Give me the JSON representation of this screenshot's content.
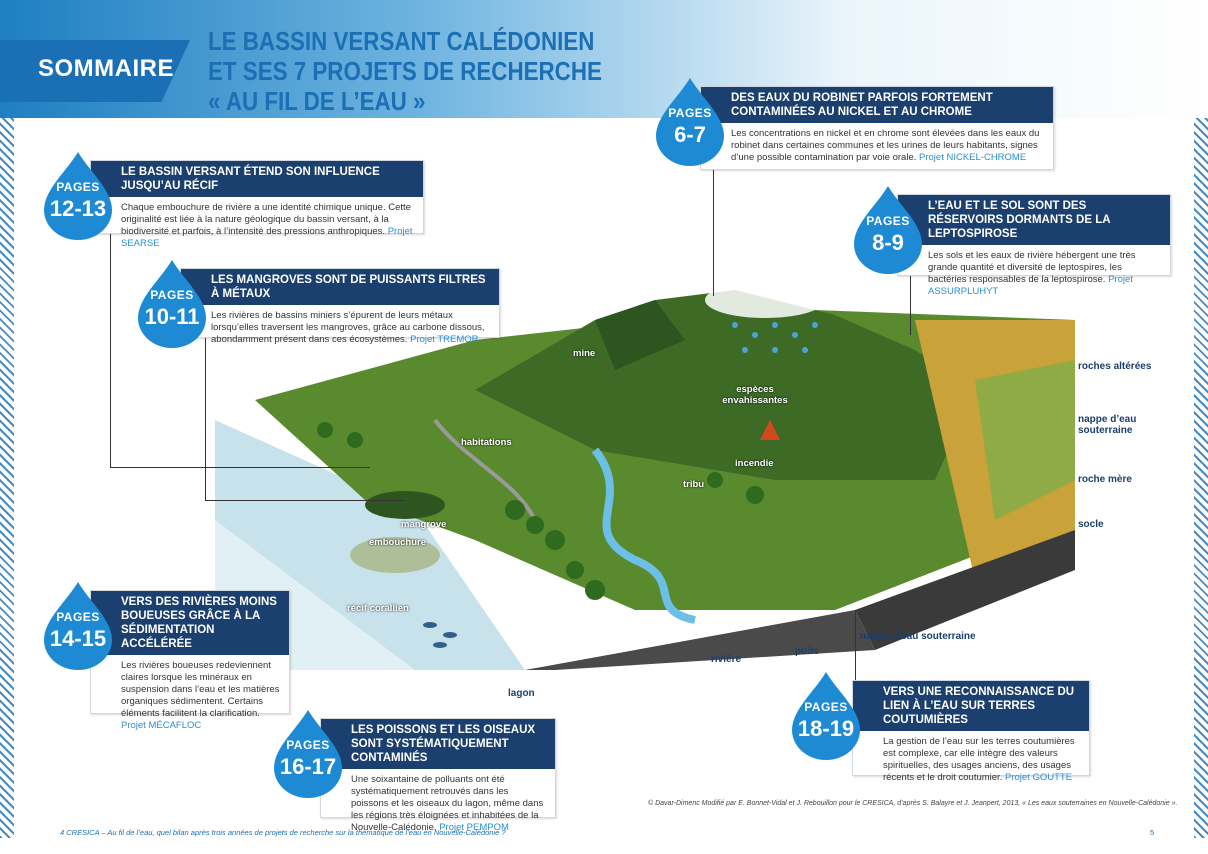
{
  "header": {
    "section": "SOMMAIRE",
    "title_lines": [
      "LE BASSIN VERSANT CALÉDONIEN",
      "ET SES 7 PROJETS DE RECHERCHE",
      "« AU FIL DE L’EAU »"
    ]
  },
  "boxes": {
    "b1": {
      "pages": "PAGES",
      "num": "12-13",
      "title": "LE BASSIN VERSANT ÉTEND SON INFLUENCE JUSQU’AU RÉCIF",
      "text": "Chaque embouchure de rivière a une identité chimique unique. Cette originalité est liée à la nature géologique du bassin versant, à la biodiversité et parfois, à l’intensité des pressions anthropiques.",
      "project": "Projet SEARSE"
    },
    "b2": {
      "pages": "PAGES",
      "num": "10-11",
      "title": "LES MANGROVES SONT DE PUISSANTS FILTRES À MÉTAUX",
      "text": "Les rivières de bassins miniers s’épurent de leurs métaux lorsqu’elles traversent les mangroves, grâce au carbone dissous, abondamment présent dans ces écosystèmes.",
      "project": "Projet TREMOR"
    },
    "b3": {
      "pages": "PAGES",
      "num": "6-7",
      "title": "DES EAUX DU ROBINET PARFOIS FORTEMENT CONTAMINÉES AU NICKEL ET AU CHROME",
      "text": "Les concentrations en nickel et en chrome sont élevées dans les eaux du robinet dans certaines communes et les urines de leurs habitants, signes d’une possible contamination par voie orale.",
      "project": "Projet NICKEL-CHROME"
    },
    "b4": {
      "pages": "PAGES",
      "num": "8-9",
      "title": "L’EAU ET LE SOL SONT DES RÉSERVOIRS DORMANTS DE LA LEPTOSPIROSE",
      "text": "Les sols et les eaux de rivière hébergent une très grande quantité et diversité de leptospires, les bactéries responsables de la leptospirose.",
      "project": "Projet ASSURPLUHYT"
    },
    "b5": {
      "pages": "PAGES",
      "num": "14-15",
      "title": "VERS DES RIVIÈRES MOINS BOUEUSES GRÂCE À LA SÉDIMENTATION ACCÉLÉRÉE",
      "text": "Les rivières boueuses redeviennent claires lorsque les minéraux en suspension dans l’eau et les matières organiques sédimentent. Certains éléments facilitent la clarification.",
      "project": "Projet MÉCAFLOC"
    },
    "b6": {
      "pages": "PAGES",
      "num": "16-17",
      "title": "LES POISSONS ET LES OISEAUX SONT SYSTÉMATIQUEMENT CONTAMINÉS",
      "text": "Une soixantaine de polluants ont été systématiquement retrouvés dans les poissons et les oiseaux du lagon, même dans les régions très éloignées et inhabitées de la Nouvelle-Calédonie.",
      "project": "Projet PEMPOM"
    },
    "b7": {
      "pages": "PAGES",
      "num": "18-19",
      "title": "VERS UNE RECONNAISSANCE DU LIEN À L’EAU SUR TERRES COUTUMIÈRES",
      "text": "La gestion de l’eau sur les terres coutumières est complexe, car elle intègre des valeurs spirituelles, des usages anciens, des usages récents et le droit coutumier.",
      "project": "Projet GOUTTE"
    }
  },
  "labels": {
    "mine": "mine",
    "especes": "espèces envahissantes",
    "habitations": "habitations",
    "incendie": "incendie",
    "tribu": "tribu",
    "mangrove": "mangrove",
    "embouchure": "embouchure",
    "recif": "récif corallien",
    "lagon": "lagon",
    "riviere": "rivière",
    "puits": "puits",
    "nappe_bottom": "nappe d’eau souterraine",
    "roches": "roches altérées",
    "nappe_side": "nappe d’eau souterraine",
    "roche_mere": "roche mère",
    "socle": "socle"
  },
  "credit": "© Davar-Dimenc Modifié par E. Bonnet-Vidal et J. Rebouillon pour le CRESICA, d’après S. Balayre et J. Jeanpert, 2013, « Les eaux souterraines en Nouvelle-Calédonie ».",
  "footer": {
    "left": "4   CRESICA – Au fil de l’eau, quel bilan après trois années de projets de recherche sur la thématique de l’eau en Nouvelle-Calédonie ?",
    "right": "5"
  },
  "colors": {
    "accent": "#1b6fb5",
    "header_box": "#1b3f6e",
    "project_link": "#2a8fd0"
  }
}
